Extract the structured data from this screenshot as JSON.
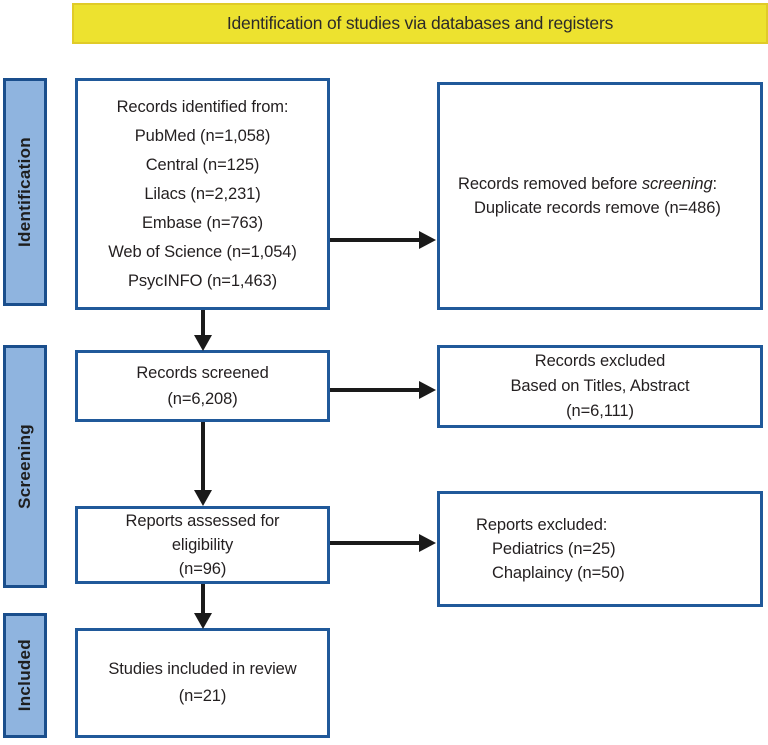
{
  "header": {
    "title": "Identification of studies via databases and registers"
  },
  "stages": {
    "identification": "Identification",
    "screening": "Screening",
    "included": "Included"
  },
  "boxes": {
    "identified": {
      "lines": [
        "Records identified from:",
        "PubMed (n=1,058)",
        "Central (n=125)",
        "Lilacs (n=2,231)",
        "Embase (n=763)",
        "Web of Science (n=1,054)",
        "PsycINFO (n=1,463)"
      ]
    },
    "removed": {
      "prefix": "Records removed before ",
      "italic": "screening",
      "suffix": ":",
      "detail": "Duplicate records remove (n=486)"
    },
    "screened": {
      "lines": [
        "Records screened",
        "(n=6,208)"
      ]
    },
    "records_excluded": {
      "lines": [
        "Records excluded",
        "Based on Titles, Abstract",
        "(n=6,111)"
      ]
    },
    "assessed": {
      "lines": [
        "Reports assessed for",
        "eligibility",
        "(n=96)"
      ]
    },
    "reports_excluded": {
      "title": "Reports excluded:",
      "items": [
        "Pediatrics (n=25)",
        "Chaplaincy (n=50)"
      ]
    },
    "included": {
      "lines": [
        "Studies included in review",
        "(n=21)"
      ]
    }
  },
  "colors": {
    "header_bg": "#EDE22F",
    "header_border": "#E0CB28",
    "box_border": "#20599A",
    "stage_fill": "#8FB4DF",
    "stage_border": "#1A4E8C",
    "arrow": "#1A1A1A",
    "text": "#231F20"
  }
}
